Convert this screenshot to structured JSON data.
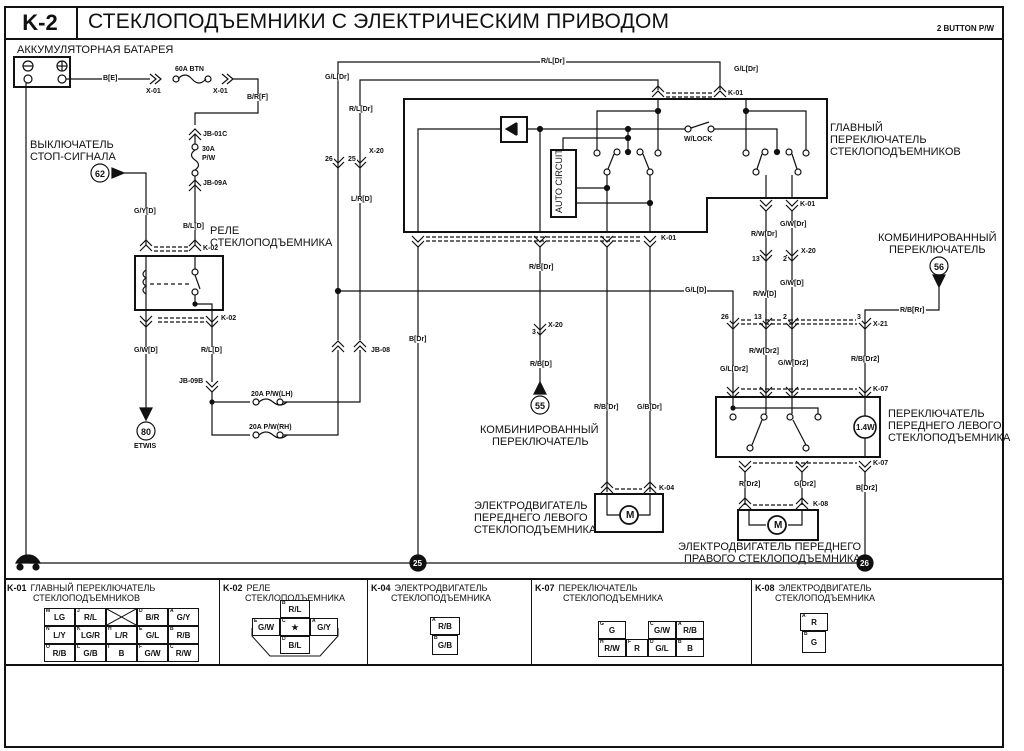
{
  "header": {
    "code": "K-2",
    "title": "СТЕКЛОПОДЪЕМНИКИ С ЭЛЕКТРИЧЕСКИМ ПРИВОДОМ",
    "variant": "2 BUTTON P/W"
  },
  "components": {
    "battery": "АККУМУЛЯТОРНАЯ БАТАРЕЯ",
    "brake_switch_1": "ВЫКЛЮЧАТЕЛЬ",
    "brake_switch_2": "СТОП-СИГНАЛА",
    "relay_1": "РЕЛЕ",
    "relay_2": "СТЕКЛОПОДЪЕМНИКА",
    "main_switch_1": "ГЛАВНЫЙ",
    "main_switch_2": "ПЕРЕКЛЮЧАТЕЛЬ",
    "main_switch_3": "СТЕКЛОПОДЪЕМНИКОВ",
    "combo_right_1": "КОМБИНИРОВАННЫЙ",
    "combo_right_2": "ПЕРЕКЛЮЧАТЕЛЬ",
    "combo_mid_1": "КОМБИНИРОВАННЫЙ",
    "combo_mid_2": "ПЕРЕКЛЮЧАТЕЛЬ",
    "fl_switch_1": "ПЕРЕКЛЮЧАТЕЛЬ",
    "fl_switch_2": "ПЕРЕДНЕГО ЛЕВОГО",
    "fl_switch_3": "СТЕКЛОПОДЪЕМНИКА",
    "fl_motor_1": "ЭЛЕКТРОДВИГАТЕЛЬ",
    "fl_motor_2": "ПЕРЕДНЕГО ЛЕВОГО",
    "fl_motor_3": "СТЕКЛОПОДЪЕМНИКА",
    "fr_motor_1": "ЭЛЕКТРОДВИГАТЕЛЬ ПЕРЕДНЕГО",
    "fr_motor_2": "ПРАВОГО СТЕКЛОПОДЪЕМНИКА",
    "auto_circuit": "AUTO CIRCUIT",
    "wlock": "W/LOCK",
    "lamp": "1.4W",
    "motor": "M",
    "etwis": "ETWIS"
  },
  "refs": {
    "r62": "62",
    "r80": "80",
    "r55": "55",
    "r56": "56",
    "g25": "25",
    "g26": "26"
  },
  "fuses": {
    "f60": "60A BTN",
    "f30a": "30A",
    "f30b": "P/W",
    "f20lh": "20A P/W(LH)",
    "f20rh": "20A P/W(RH)"
  },
  "connectors": {
    "x01a": "X-01",
    "x01b": "X-01",
    "jb01c": "JB-01C",
    "jb09a": "JB-09A",
    "jb09b": "JB-09B",
    "jb08": "JB-08",
    "k02a": "K-02",
    "k02b": "K-02",
    "x20a": "X-20",
    "x20b": "X-20",
    "x20c": "X-20",
    "x21": "X-21",
    "k01a": "K-01",
    "k01b": "K-01",
    "k01c": "K-01",
    "k04": "K-04",
    "k07a": "K-07",
    "k07b": "K-07",
    "k08": "K-08"
  },
  "wires": {
    "be": "B[E]",
    "brf": "B/R[F]",
    "gyd": "G/Y[D]",
    "bld": "B/L[D]",
    "gwd": "G/W[D]",
    "rld": "R/L[D]",
    "gldr_top": "G/L[Dr]",
    "rldr_top": "R/L[Dr]",
    "rldr_mid": "R/L[Dr]",
    "gldr_r": "G/L[Dr]",
    "lrd": "L/R[D]",
    "bdr": "B[Dr]",
    "rbdr": "R/B[Dr]",
    "rbd": "R/B[D]",
    "rbdr2": "R/B[Dr]",
    "gbdr": "G/B[Dr]",
    "gld": "G/L[D]",
    "rwdr": "R/W[Dr]",
    "gwdr": "G/W[Dr]",
    "rwd": "R/W[D]",
    "gwd2": "G/W[D]",
    "rbrr": "R/B[Rr]",
    "gldr2": "G/L[Dr2]",
    "rwdr2": "R/W[Dr2]",
    "gwdr2": "G/W[Dr2]",
    "rbdr2b": "R/B[Dr2]",
    "rdr2": "R[Dr2]",
    "gdr2": "G[Dr2]",
    "bdr2": "B[Dr2]"
  },
  "pins": {
    "n26": "26",
    "n25": "25",
    "n3": "3",
    "n13a": "13",
    "n2a": "2",
    "n26b": "26",
    "n13b": "13",
    "n2b": "2",
    "n3b": "3"
  },
  "legend": [
    {
      "code": "K-01",
      "name1": "ГЛАВНЫЙ ПЕРЕКЛЮЧАТЕЛЬ",
      "name2": "СТЕКЛОПОДЪЕМНИКОВ",
      "rows": [
        [
          {
            "p": "M",
            "w": "LG"
          },
          {
            "p": "J",
            "w": "R/L"
          },
          {
            "p": "",
            "w": ""
          },
          {
            "p": "D",
            "w": "B/R"
          },
          {
            "p": "A",
            "w": "G/Y"
          }
        ],
        [
          {
            "p": "N",
            "w": "L/Y"
          },
          {
            "p": "K",
            "w": "LG/R"
          },
          {
            "p": "H",
            "w": "L/R"
          },
          {
            "p": "E",
            "w": "G/L"
          },
          {
            "p": "B",
            "w": "R/B"
          }
        ],
        [
          {
            "p": "O",
            "w": "R/B"
          },
          {
            "p": "L",
            "w": "G/B"
          },
          {
            "p": "I",
            "w": "B"
          },
          {
            "p": "F",
            "w": "G/W"
          },
          {
            "p": "C",
            "w": "R/W"
          }
        ]
      ]
    },
    {
      "code": "K-02",
      "name1": "РЕЛЕ",
      "name2": "СТЕКЛОПОДЪЕМНИКА",
      "pins": {
        "B": "R/L",
        "E": "G/W",
        "C": "★",
        "A": "G/Y",
        "D": "B/L"
      }
    },
    {
      "code": "K-04",
      "name1": "ЭЛЕКТРОДВИГАТЕЛЬ",
      "name2": "СТЕКЛОПОДЪЕМНИКА",
      "pins": {
        "A": "R/B",
        "B": "G/B"
      }
    },
    {
      "code": "K-07",
      "name1": "ПЕРЕКЛЮЧАТЕЛЬ",
      "name2": "СТЕКЛОПОДЪЕМНИКА",
      "pins": {
        "G": "G",
        "C": "G/W",
        "A": "R/B",
        "H": "R/W",
        "F": "R",
        "D": "G/L",
        "B": "B"
      }
    },
    {
      "code": "K-08",
      "name1": "ЭЛЕКТРОДВИГАТЕЛЬ",
      "name2": "СТЕКЛОПОДЪЕМНИКА",
      "pins": {
        "A": "R",
        "B": "G"
      }
    }
  ]
}
